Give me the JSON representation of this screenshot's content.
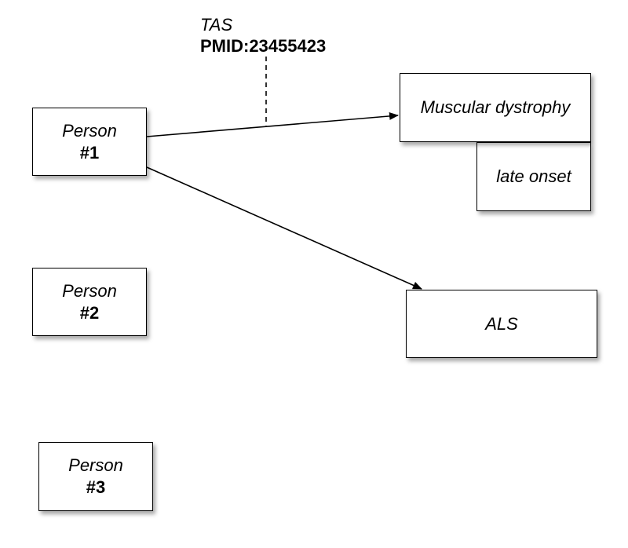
{
  "nodes": {
    "person1": {
      "label": "Person",
      "id": "#1"
    },
    "person2": {
      "label": "Person",
      "id": "#2"
    },
    "person3": {
      "label": "Person",
      "id": "#3"
    },
    "muscular_dystrophy": {
      "label": "Muscular dystrophy"
    },
    "late_onset": {
      "label": "late onset"
    },
    "als": {
      "label": "ALS"
    }
  },
  "edge_annotation": {
    "evidence_code": "TAS",
    "pmid": "PMID:23455423"
  },
  "edges": [
    {
      "from": "person1",
      "to": "muscular_dystrophy",
      "annotated": true
    },
    {
      "from": "person1",
      "to": "als",
      "annotated": false
    }
  ]
}
